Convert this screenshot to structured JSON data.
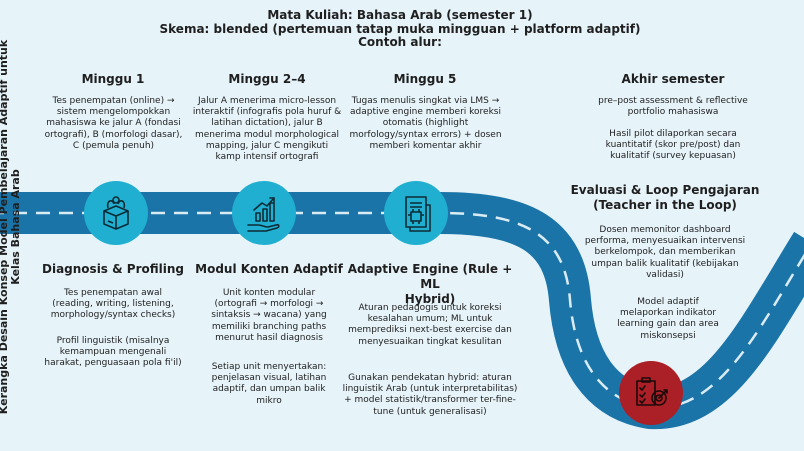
{
  "header": {
    "line1": "Mata Kuliah: Bahasa Arab (semester 1)",
    "line2": "Skema: blended (pertemuan tatap muka mingguan + platform adaptif)",
    "line3": "Contoh alur:"
  },
  "side_title": {
    "line1": "Kerangka Desain Konsep Model Pembelajaran Adaptif untuk",
    "line2": "Kelas Bahasa Arab"
  },
  "top": [
    {
      "heading": "Minggu 1",
      "lines": [
        "Tes penempatan (online) →",
        "sistem mengelompokkan",
        "mahasiswa ke jalur A (fondasi",
        "ortografi), B (morfologi dasar),",
        "C (pemula penuh)"
      ]
    },
    {
      "heading": "Minggu 2–4",
      "lines": [
        "Jalur A menerima micro-lesson",
        "interaktif (infografis pola huruf &",
        "latihan dictation), jalur B",
        "menerima modul morphological",
        "mapping, jalur C mengikuti",
        "kamp intensif ortografi"
      ]
    },
    {
      "heading": "Minggu 5",
      "lines": [
        "Tugas menulis singkat via LMS →",
        "adaptive engine memberi koreksi",
        "otomatis (highlight",
        "morfology/syntax errors) + dosen",
        "memberi komentar akhir"
      ]
    },
    {
      "heading": "Akhir semester",
      "p1": [
        "pre–post assessment & reflective",
        "portfolio mahasiswa"
      ],
      "p2": [
        "Hasil pilot dilaporkan secara",
        "kuantitatif (skor pre/post) dan",
        "kualitatif (survey kepuasan)"
      ]
    }
  ],
  "bottom": [
    {
      "heading": "Diagnosis & Profiling",
      "p1": [
        "Tes penempatan awal",
        "(reading, writing, listening,",
        "morphology/syntax checks)"
      ],
      "p2": [
        "Profil linguistik (misalnya",
        "kemampuan mengenali",
        "harakat, penguasaan pola fi'il)"
      ]
    },
    {
      "heading": "Modul Konten Adaptif",
      "p1": [
        "Unit konten modular",
        "(ortografi → morfologi →",
        "sintaksis → wacana) yang",
        "memiliki branching paths",
        "menurut hasil diagnosis"
      ],
      "p2": [
        "Setiap unit menyertakan:",
        "penjelasan visual, latihan",
        "adaptif, dan umpan balik",
        "mikro"
      ]
    },
    {
      "heading_lines": [
        "Adaptive Engine (Rule + ML",
        "Hybrid)"
      ],
      "p1": [
        "Aturan pedagogis untuk koreksi",
        "kesalahan umum; ML untuk",
        "memprediksi next-best exercise dan",
        "menyesuaikan tingkat kesulitan"
      ],
      "p2": [
        "Gunakan pendekatan hybrid: aturan",
        "linguistik Arab (untuk interpretabilitas)",
        "+ model statistik/transformer ter-fine-",
        "tune (untuk generalisasi)"
      ]
    },
    {
      "heading_lines": [
        "Evaluasi & Loop Pengajaran",
        "(Teacher in the Loop)"
      ],
      "p1": [
        "Dosen memonitor dashboard",
        "performa, menyesuaikan intervensi",
        "berkelompok, dan memberikan",
        "umpan balik kualitatif (kebijakan",
        "validasi)"
      ],
      "p2": [
        "Model adaptif",
        "melaporkan indikator",
        "learning gain dan area",
        "miskonsepsi"
      ]
    }
  ],
  "icons": [
    "box-icon",
    "growth-chart-icon",
    "document-chip-icon",
    "target-checklist-icon"
  ],
  "colors": {
    "road": "#1b74a8",
    "road_edge": "#d9ecf4",
    "circle": "#20afd0",
    "last_circle": "#ab2026",
    "background": "#e6f3f9"
  }
}
